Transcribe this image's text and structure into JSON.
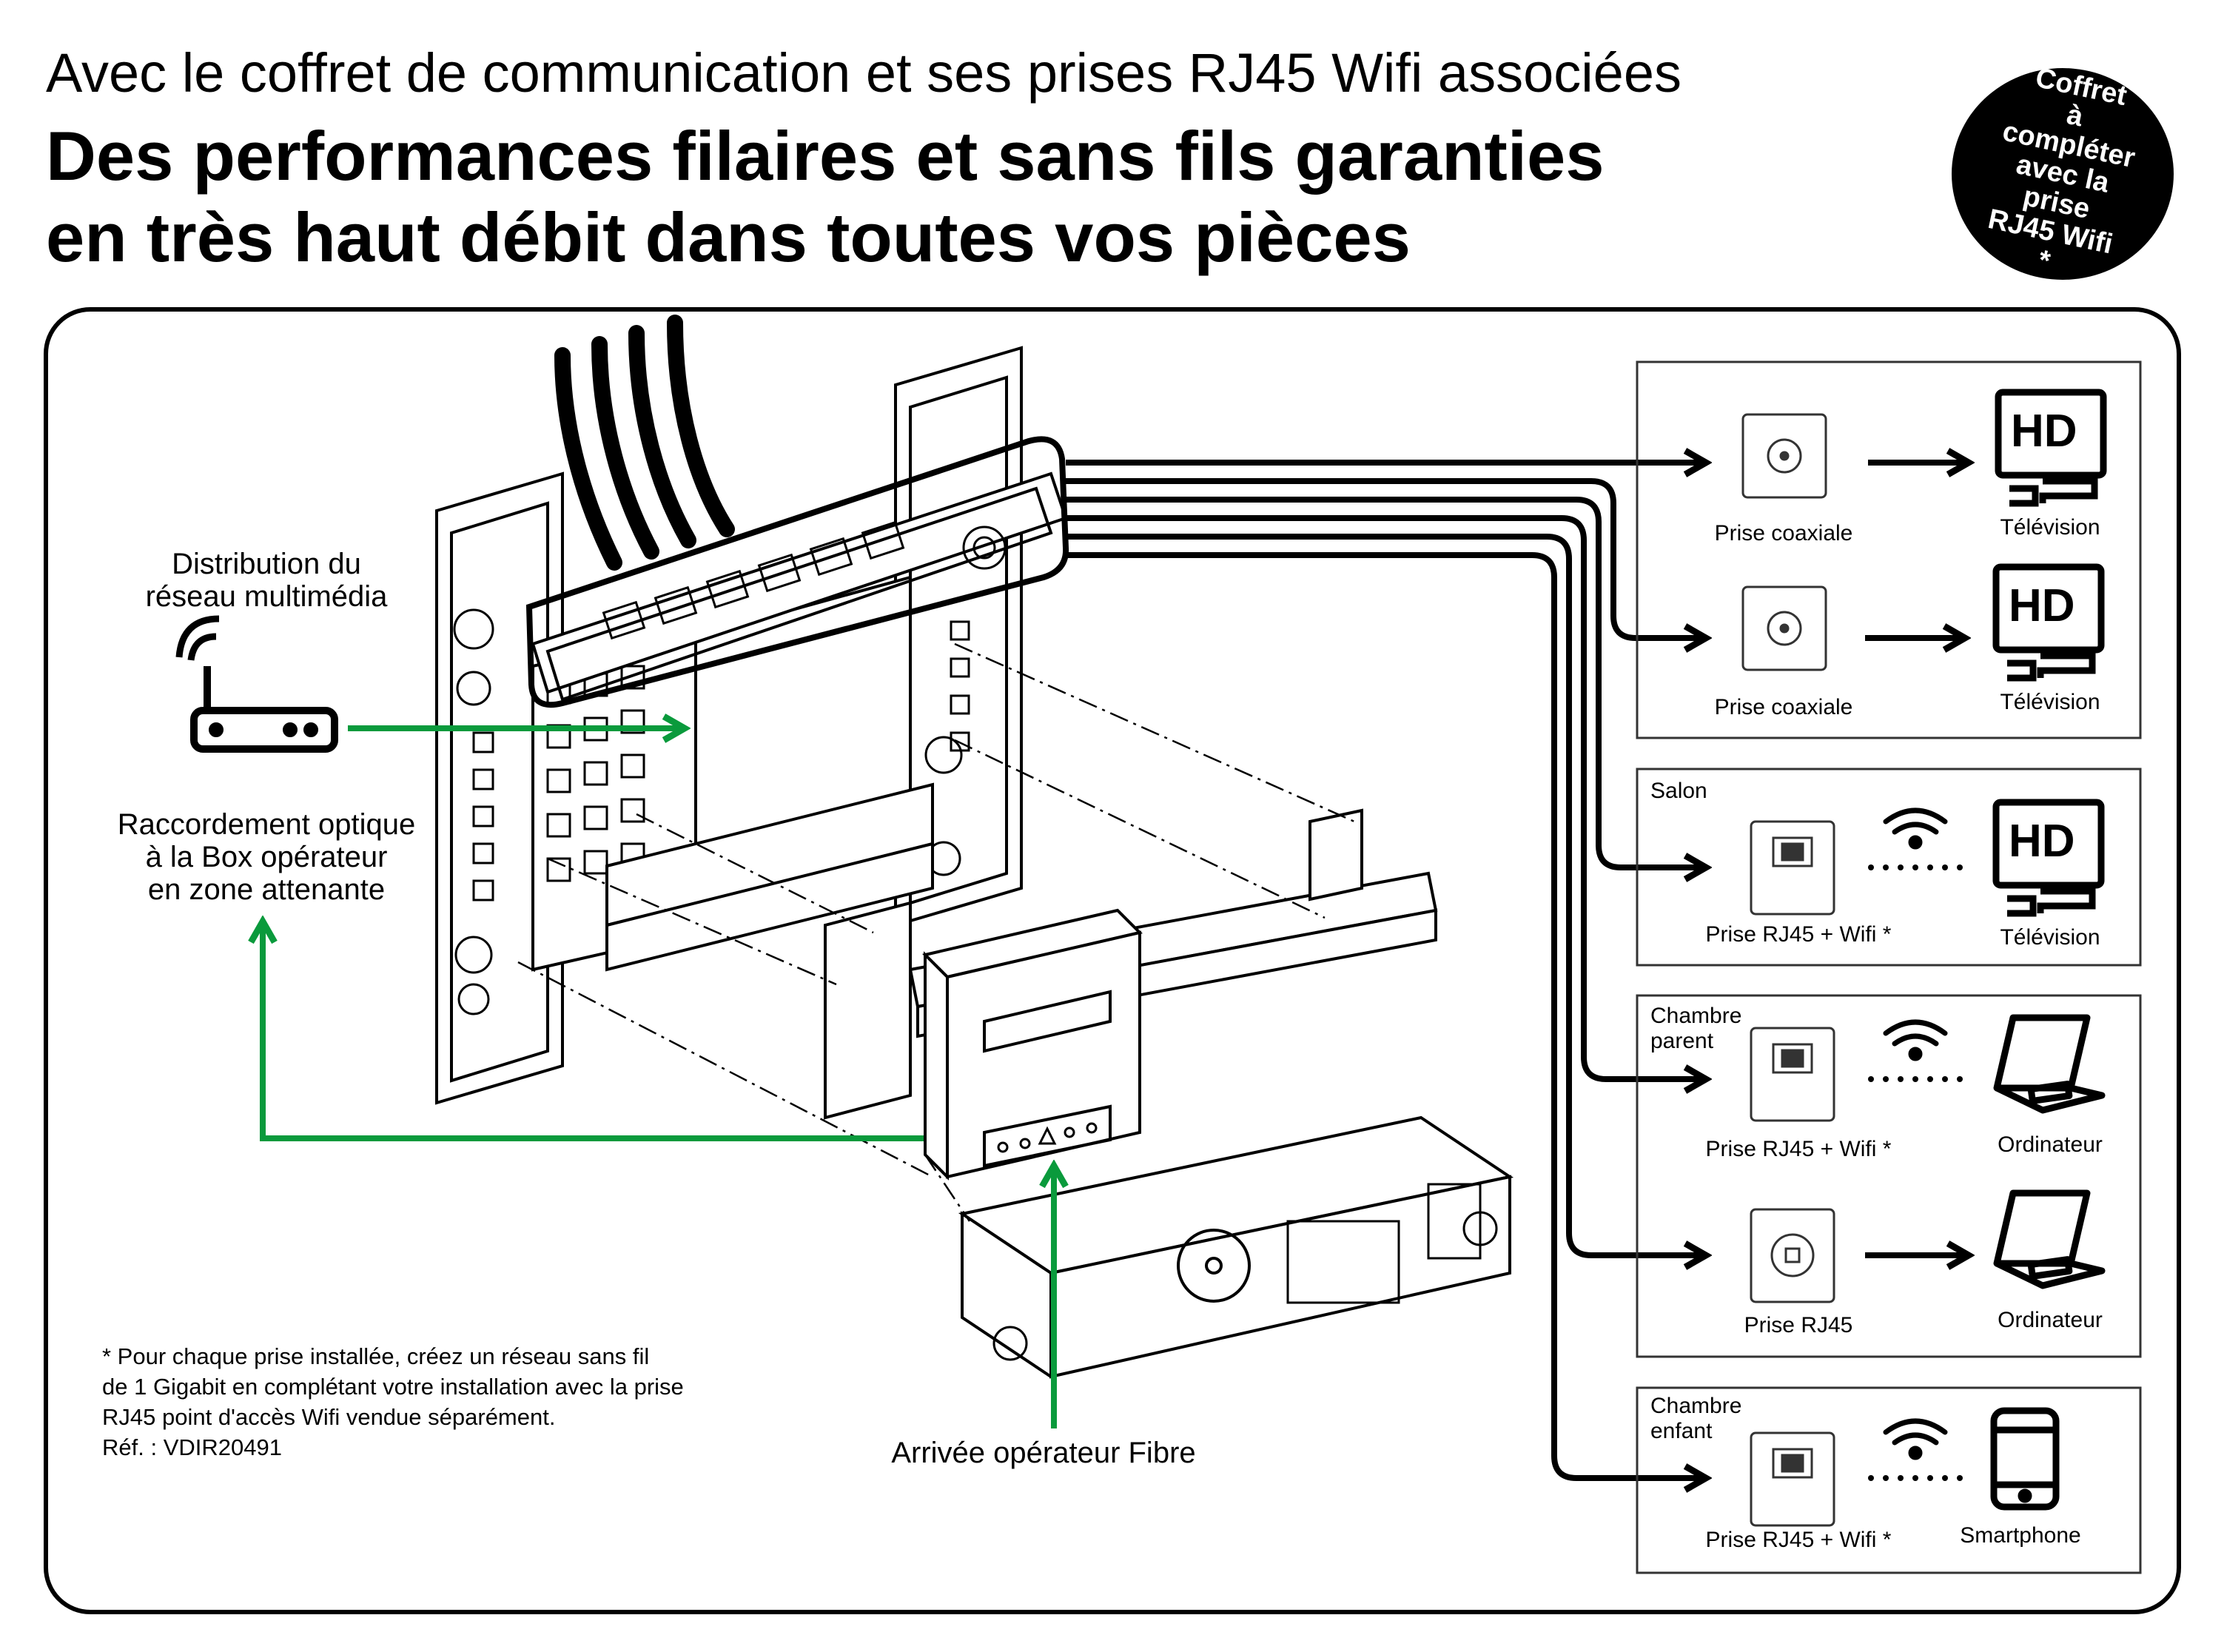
{
  "header": {
    "subtitle": "Avec le coffret de communication et ses prises RJ45 Wifi associées",
    "title_line1": "Des performances filaires et sans fils garanties",
    "title_line2": "en très haut débit dans toutes vos pièces"
  },
  "badge": {
    "lines": [
      "Coffret",
      "à compléter",
      "avec la prise",
      "RJ45 Wifi *"
    ]
  },
  "left_labels": {
    "distribution": [
      "Distribution du",
      "réseau multimédia"
    ],
    "raccordement": [
      "Raccordement optique",
      "à la Box opérateur",
      "en zone attenante"
    ],
    "fibre": "Arrivée opérateur Fibre"
  },
  "footnote": [
    "* Pour chaque prise installée, créez un réseau sans fil",
    "de 1 Gigabit en complétant votre installation avec la prise",
    "RJ45 point d'accès Wifi vendue séparément.",
    "Réf. : VDIR20491"
  ],
  "panels": {
    "tv": {
      "rows": [
        {
          "outlet": "Prise coaxiale",
          "device": "Télévision",
          "device_icon": "hd-tv-icon"
        },
        {
          "outlet": "Prise coaxiale",
          "device": "Télévision",
          "device_icon": "hd-tv-icon"
        }
      ]
    },
    "salon": {
      "room": [
        "Salon"
      ],
      "rows": [
        {
          "outlet": "Prise RJ45 + Wifi *",
          "device": "Télévision",
          "device_icon": "hd-tv-icon"
        }
      ]
    },
    "chambre_parent": {
      "room": [
        "Chambre",
        "parent"
      ],
      "rows": [
        {
          "outlet": "Prise RJ45 + Wifi *",
          "device": "Ordinateur",
          "device_icon": "laptop-icon"
        },
        {
          "outlet": "Prise RJ45",
          "device": "Ordinateur",
          "device_icon": "laptop-icon"
        }
      ]
    },
    "chambre_enfant": {
      "room": [
        "Chambre",
        "enfant"
      ],
      "rows": [
        {
          "outlet": "Prise RJ45 + Wifi *",
          "device": "Smartphone",
          "device_icon": "smartphone-icon"
        }
      ]
    }
  },
  "icons": {
    "tv_text": "HD",
    "router": "router-icon",
    "wifi": "wifi-icon"
  },
  "colors": {
    "green": "#0a9a3c",
    "black": "#000000",
    "frame": "#000000"
  }
}
